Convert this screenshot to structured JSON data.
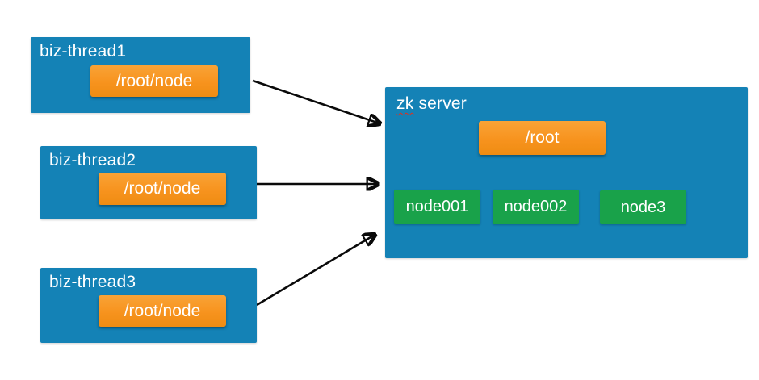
{
  "threads": [
    {
      "title": "biz-thread1",
      "node_label": "/root/node"
    },
    {
      "title": "biz-thread2",
      "node_label": "/root/node"
    },
    {
      "title": "biz-thread3",
      "node_label": "/root/node"
    }
  ],
  "server": {
    "label_spellchecked": "zk",
    "label_rest": " server",
    "root_label": "/root",
    "nodes": [
      "node001",
      "node002",
      "node3"
    ]
  },
  "colors": {
    "box_blue": "#1482b6",
    "box_orange": "#f7931e",
    "box_green": "#19a24a",
    "arrow_black": "#0a0a0a",
    "text_white": "#ffffff",
    "spellcheck_red": "#e0301e"
  }
}
